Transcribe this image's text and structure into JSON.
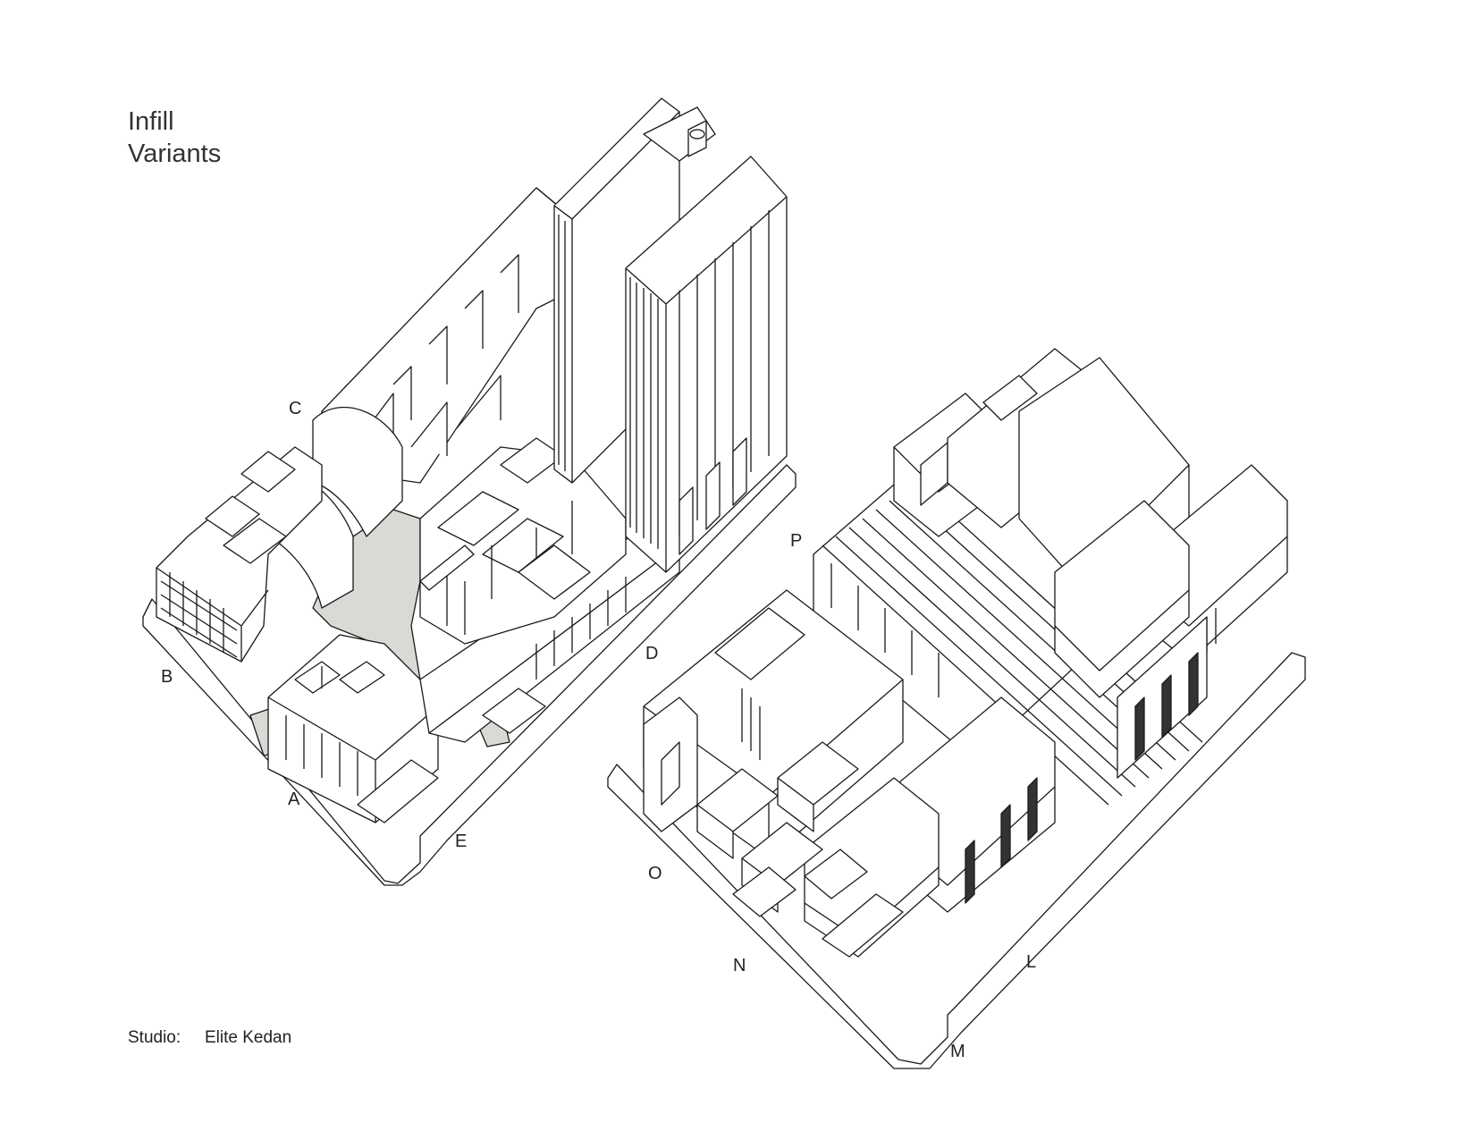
{
  "title": {
    "line1": "Infill",
    "line2": "Variants"
  },
  "footer": {
    "label": "Studio:",
    "name": "Elite Kedan"
  },
  "site_labels": {
    "A": "A",
    "B": "B",
    "C": "C",
    "D": "D",
    "E": "E",
    "L": "L",
    "M": "M",
    "N": "N",
    "O": "O",
    "P": "P"
  },
  "colors": {
    "line": "#1a1a1a",
    "courtyard": "#d9d9d6",
    "fill": "#ffffff"
  }
}
